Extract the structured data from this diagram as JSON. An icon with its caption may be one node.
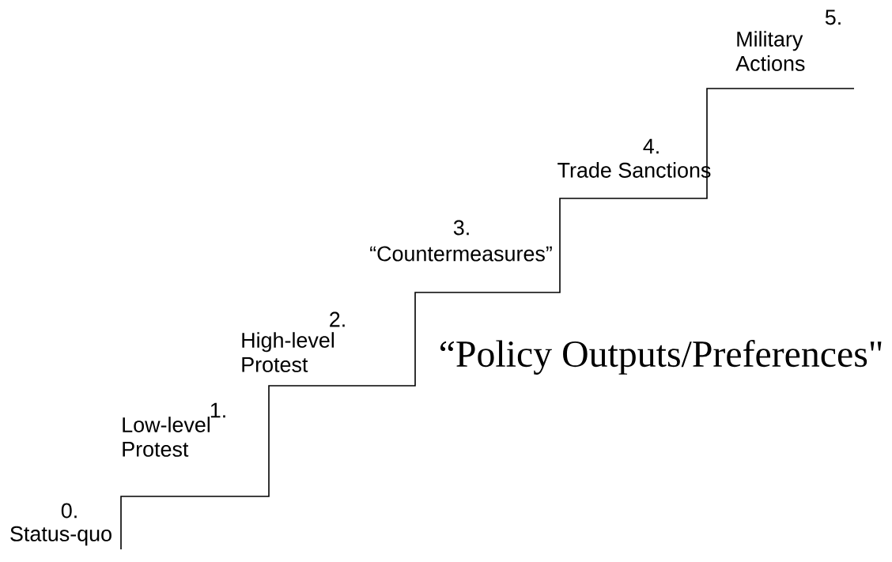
{
  "diagram": {
    "title": "“Policy Outputs/Preferences\"",
    "labels": [
      "5.",
      "Military Actions",
      "4.",
      "Trade Sanctions",
      "3.",
      "“Countermeasures”",
      "2.",
      "High-level Protest",
      "1.",
      "Low-level Protest",
      "0.",
      "Status-quo"
    ]
  }
}
